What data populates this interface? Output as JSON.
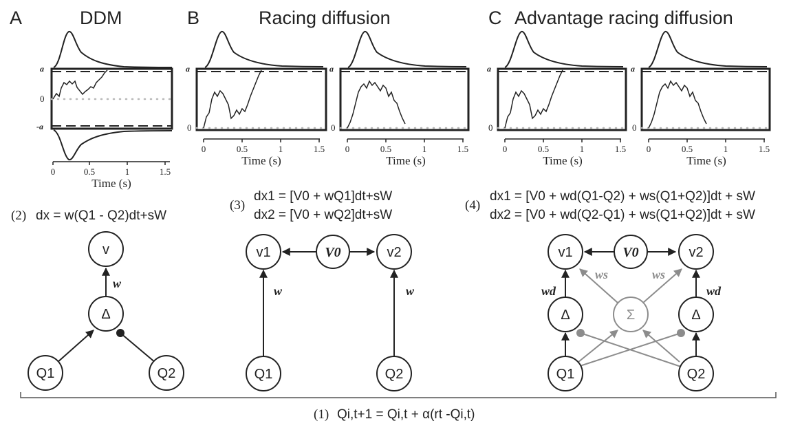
{
  "panels": {
    "A": {
      "letter": "A",
      "title": "DDM"
    },
    "B": {
      "letter": "B",
      "title": "Racing diffusion"
    },
    "C": {
      "letter": "C",
      "title": "Advantage racing diffusion"
    }
  },
  "axes": {
    "ticks": [
      "0",
      "0.5",
      "1",
      "1.5"
    ],
    "xlabel": "Time (s)",
    "bound_upper": "a",
    "bound_zero": "0",
    "bound_lower": "-a"
  },
  "equations": {
    "eq1": {
      "num": "(1)",
      "text": "Qi,t+1 = Qi,t + α(rt -Qi,t)"
    },
    "eq2": {
      "num": "(2)",
      "text": "dx = w(Q1 - Q2)dt+sW"
    },
    "eq3": {
      "num": "(3)",
      "line1": "dx1 = [V0 + wQ1]dt+sW",
      "line2": "dx2 = [V0 + wQ2]dt+sW"
    },
    "eq4": {
      "num": "(4)",
      "line1": "dx1 = [V0 + wd(Q1-Q2) + ws(Q1+Q2)]dt + sW",
      "line2": "dx2 = [V0 + wd(Q2-Q1) + ws(Q1+Q2)]dt + sW"
    }
  },
  "nodes": {
    "v": "v",
    "v1": "v1",
    "v2": "v2",
    "v0": "V0",
    "delta": "Δ",
    "sigma": "Σ",
    "q1": "Q1",
    "q2": "Q2"
  },
  "weights": {
    "w": "w",
    "wd": "wd",
    "ws": "ws"
  },
  "colors": {
    "ink": "#222222",
    "muted": "#8c8c8c",
    "dotted": "#b8b8b8"
  }
}
